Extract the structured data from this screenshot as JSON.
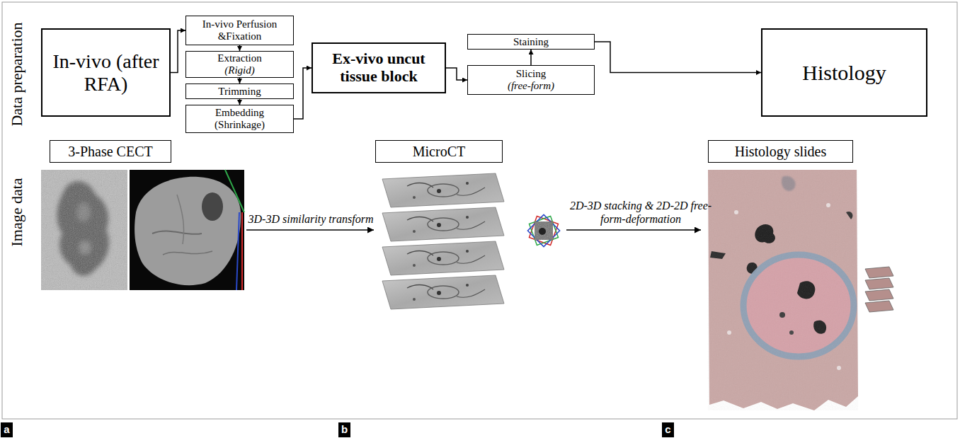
{
  "diagram": {
    "nodes": [
      {
        "text": [
          "In-vivo (after RFA)"
        ]
      },
      {
        "text": [
          "In-vivo Perfusion &Fixation"
        ]
      },
      {
        "text": [
          "Extraction",
          "(Rigid)"
        ]
      },
      {
        "text": [
          "Trimming"
        ]
      },
      {
        "text": [
          "Embedding (Shrinkage)"
        ]
      },
      {
        "text": [
          "Ex-vivo uncut tissue block"
        ]
      },
      {
        "text": [
          "Staining"
        ]
      },
      {
        "text": [
          "Slicing",
          "(free-form)"
        ]
      },
      {
        "text": [
          "Histology"
        ]
      },
      {
        "text": [
          "3-Phase CECT"
        ]
      },
      {
        "text": [
          "MicroCT"
        ]
      },
      {
        "text": [
          "Histology slides"
        ]
      },
      {
        "text": [
          "a"
        ]
      },
      {
        "text": [
          "b"
        ]
      },
      {
        "text": [
          "c"
        ]
      }
    ],
    "edges": [
      {
        "from": 0,
        "to": 1,
        "arrow": "to"
      },
      {
        "from": 1,
        "to": 2,
        "arrow": "to"
      },
      {
        "from": 2,
        "to": 3,
        "arrow": "to"
      },
      {
        "from": 3,
        "to": 4,
        "arrow": "to"
      },
      {
        "from": 4,
        "to": 5,
        "arrow": "to"
      },
      {
        "from": 5,
        "to": 7,
        "arrow": "to"
      },
      {
        "from": 7,
        "to": 6,
        "arrow": "to"
      },
      {
        "from": 6,
        "to": 8,
        "arrow": "to"
      }
    ],
    "labels": [
      "Data preparation",
      "Image data",
      "3D-3D similarity transform",
      "2D-3D stacking & 2D-2D free-form-deformation"
    ]
  }
}
